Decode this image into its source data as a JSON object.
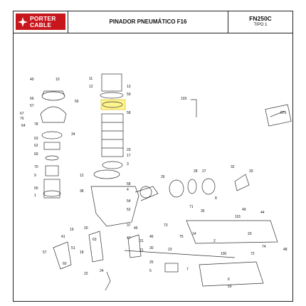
{
  "header": {
    "brand_line1": "PORTER",
    "brand_line2": "CABLE",
    "title": "PINADOR PNEUMÁTICO F16",
    "model": "FN250C",
    "type": "TIPO 1"
  },
  "colors": {
    "brand_red": "#c8161d",
    "highlight_yellow": "#fff27a",
    "line": "#333333"
  },
  "part_labels": [
    "40",
    "10",
    "11",
    "12",
    "13",
    "59",
    "58",
    "66",
    "57",
    "56",
    "67",
    "76",
    "64",
    "78",
    "34",
    "63",
    "62",
    "69",
    "70",
    "9",
    "55",
    "1",
    "29",
    "17",
    "3",
    "12",
    "58",
    "38",
    "4",
    "54",
    "52",
    "37",
    "73",
    "23",
    "19",
    "41",
    "20",
    "63",
    "45",
    "46",
    "51",
    "18",
    "57",
    "47",
    "31",
    "21",
    "60",
    "30",
    "22",
    "25",
    "24",
    "8",
    "5",
    "26",
    "28",
    "27",
    "32",
    "33",
    "103",
    "876",
    "71",
    "35",
    "101",
    "49",
    "44",
    "75",
    "14",
    "2",
    "100",
    "72",
    "48",
    "74",
    "7",
    "50",
    "6",
    "20"
  ],
  "highlighted_part": "58"
}
